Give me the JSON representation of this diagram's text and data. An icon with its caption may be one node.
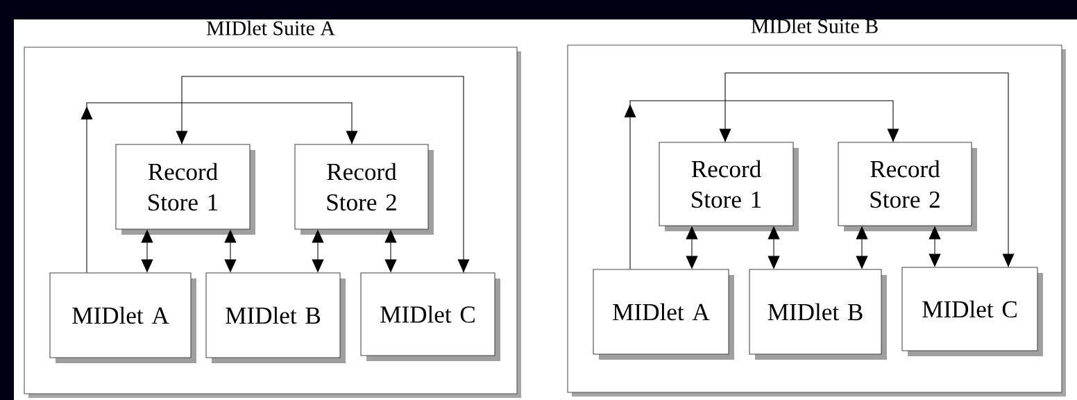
{
  "diagram": {
    "nodes": [
      {
        "text": [
          "MIDlet Suite A"
        ]
      },
      {
        "text": [
          "Record Store 1"
        ],
        "in": 0
      },
      {
        "text": [
          "Record Store 2"
        ],
        "in": 0
      },
      {
        "text": [
          "MIDlet A"
        ],
        "in": 0
      },
      {
        "text": [
          "MIDlet B"
        ],
        "in": 0
      },
      {
        "text": [
          "MIDlet C"
        ],
        "in": 0
      },
      {
        "text": [
          "MIDlet Suite B"
        ]
      },
      {
        "text": [
          "Record Store 1"
        ],
        "in": 6
      },
      {
        "text": [
          "Record Store 2"
        ],
        "in": 6
      },
      {
        "text": [
          "MIDlet A"
        ],
        "in": 6
      },
      {
        "text": [
          "MIDlet B"
        ],
        "in": 6
      },
      {
        "text": [
          "MIDlet C"
        ],
        "in": 6
      }
    ],
    "edges": [
      {
        "from": 3,
        "to": 2,
        "arrow": "to"
      },
      {
        "from": 1,
        "to": 5,
        "arrow": "both"
      },
      {
        "from": 1,
        "to": 3,
        "arrow": "both"
      },
      {
        "from": 1,
        "to": 4,
        "arrow": "both"
      },
      {
        "from": 2,
        "to": 4,
        "arrow": "both"
      },
      {
        "from": 2,
        "to": 5,
        "arrow": "both"
      },
      {
        "from": 9,
        "to": 8,
        "arrow": "to"
      },
      {
        "from": 7,
        "to": 11,
        "arrow": "both"
      },
      {
        "from": 7,
        "to": 9,
        "arrow": "both"
      },
      {
        "from": 7,
        "to": 10,
        "arrow": "both"
      },
      {
        "from": 8,
        "to": 10,
        "arrow": "both"
      },
      {
        "from": 8,
        "to": 11,
        "arrow": "both"
      }
    ]
  }
}
